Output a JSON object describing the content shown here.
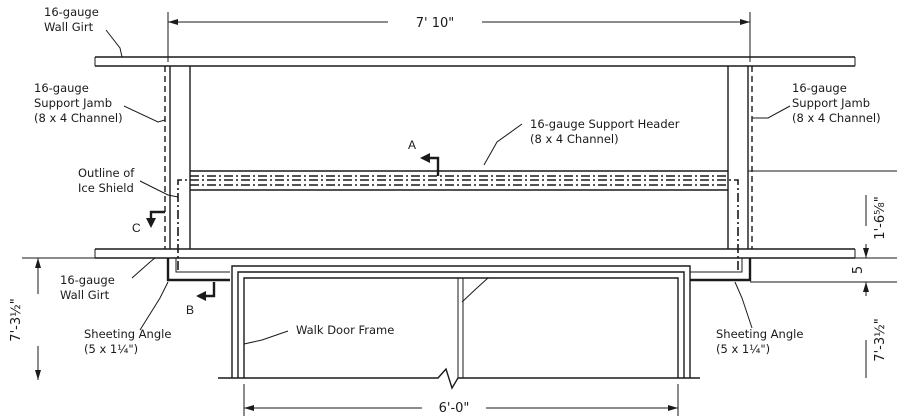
{
  "dimensions": {
    "overall_width": "7' 10\"",
    "door_width": "6'-0\"",
    "left_height": "7'-3½\"",
    "right_height_lower": "7'-3½\"",
    "right_height_upper": "1'-6⅝\"",
    "right_small": "5"
  },
  "callouts": {
    "top_girt": [
      "16-gauge",
      "Wall Girt"
    ],
    "left_jamb": [
      "16-gauge",
      "Support Jamb",
      "(8 x 4 Channel)"
    ],
    "right_jamb": [
      "16-gauge",
      "Support Jamb",
      "(8 x 4 Channel)"
    ],
    "header": [
      "16-gauge Support Header",
      "(8 x 4 Channel)"
    ],
    "ice_shield": [
      "Outline of",
      "Ice Shield"
    ],
    "lower_girt": [
      "16-gauge",
      "Wall Girt"
    ],
    "left_angle": [
      "Sheeting Angle",
      "(5 x 1¼\")"
    ],
    "right_angle": [
      "Sheeting Angle",
      "(5 x 1¼\")"
    ],
    "door_frame": "Walk Door Frame"
  },
  "section_marks": {
    "a": "A",
    "b": "B",
    "c": "C"
  }
}
